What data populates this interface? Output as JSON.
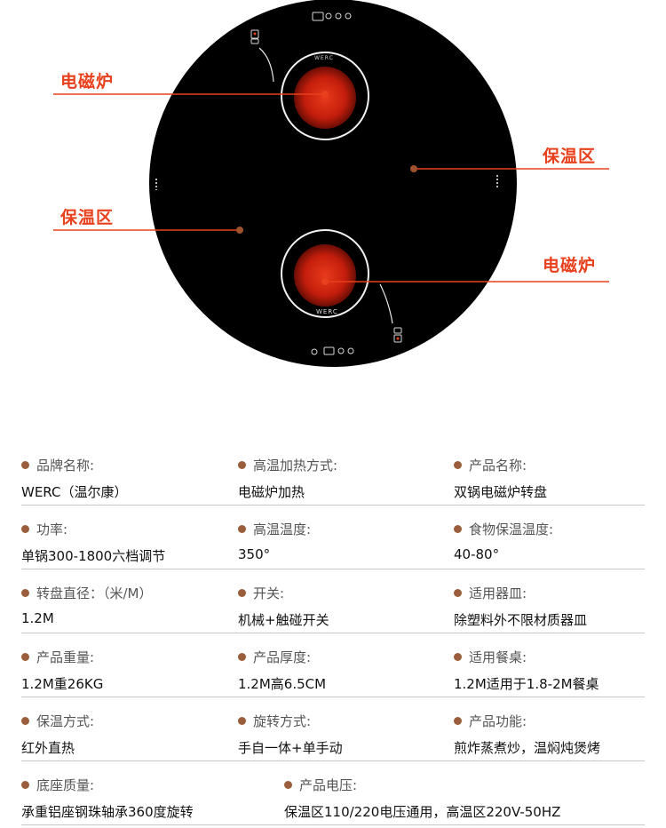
{
  "hero": {
    "callouts": {
      "induction_top": "电磁炉",
      "warm_right": "保温区",
      "warm_left": "保温区",
      "induction_bottom": "电磁炉"
    },
    "brand_top": "WERC",
    "brand_bottom": "WERC",
    "colors": {
      "accent": "#e8401c",
      "cooktop": "#000000",
      "burner": "#d42a10",
      "dot": "#9b5e3a"
    }
  },
  "specs": {
    "rows": [
      [
        {
          "label": "品牌名称:",
          "value": "WERC（温尔康）"
        },
        {
          "label": "高温加热方式:",
          "value": "电磁炉加热"
        },
        {
          "label": "产品名称:",
          "value": "双锅电磁炉转盘"
        }
      ],
      [
        {
          "label": "功率:",
          "value": "单锅300-1800六档调节"
        },
        {
          "label": "高温温度:",
          "value": "350°"
        },
        {
          "label": "食物保温温度:",
          "value": "40-80°"
        }
      ],
      [
        {
          "label": "转盘直径：（米/M）",
          "value": "1.2M"
        },
        {
          "label": "开关:",
          "value": "机械+触碰开关"
        },
        {
          "label": "适用器皿:",
          "value": "除塑料外不限材质器皿"
        }
      ],
      [
        {
          "label": "产品重量:",
          "value": "1.2M重26KG"
        },
        {
          "label": "产品厚度:",
          "value": "1.2M高6.5CM"
        },
        {
          "label": "适用餐桌:",
          "value": "1.2M适用于1.8-2M餐桌"
        }
      ],
      [
        {
          "label": "保温方式:",
          "value": "红外直热"
        },
        {
          "label": "旋转方式:",
          "value": "手自一体+单手动"
        },
        {
          "label": "产品功能:",
          "value": "煎炸蒸煮炒，温焖炖煲烤"
        }
      ],
      [
        {
          "label": "底座质量:",
          "value": "承重铝座钢珠轴承360度旋转"
        },
        {
          "label": "产品电压:",
          "value": "保温区110/220电压通用，高温区220V-50HZ"
        }
      ]
    ]
  }
}
